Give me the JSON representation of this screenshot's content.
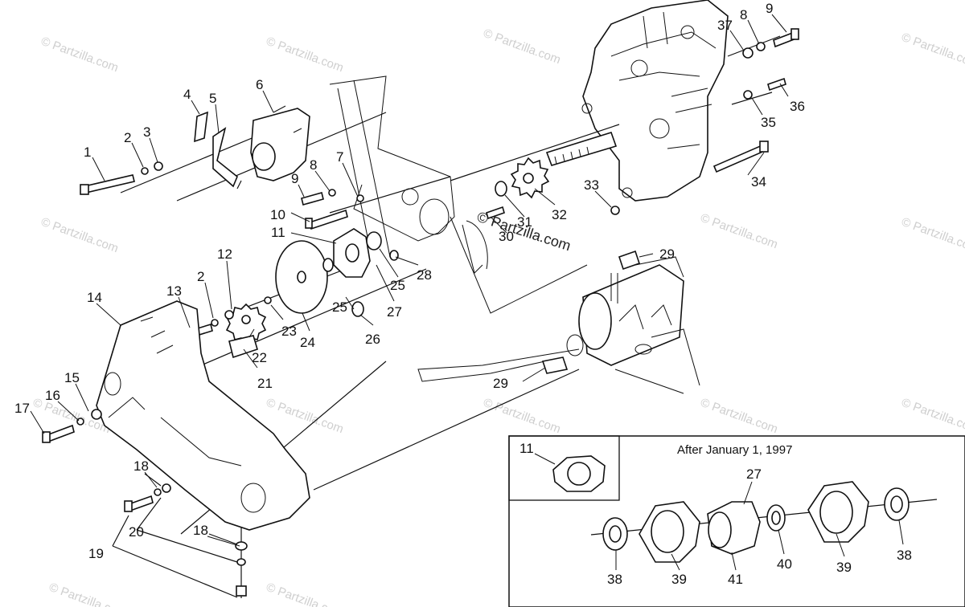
{
  "inset": {
    "title": "After January 1, 1997"
  },
  "watermarks": {
    "strong": "© Partzilla.com",
    "light": "© Partzilla.com"
  },
  "colors": {
    "ink": "#111111",
    "watermark": "#cfcfcf",
    "background": "#ffffff"
  },
  "callouts": {
    "c1": "1",
    "c2a": "2",
    "c3": "3",
    "c4": "4",
    "c5": "5",
    "c6": "6",
    "c7": "7",
    "c8a": "8",
    "c9a": "9",
    "c10": "10",
    "c11a": "11",
    "c12": "12",
    "c13": "13",
    "c14": "14",
    "c15": "15",
    "c16": "16",
    "c17": "17",
    "c18a": "18",
    "c18b": "18",
    "c19": "19",
    "c20": "20",
    "c2b": "2",
    "c21": "21",
    "c22": "22",
    "c23": "23",
    "c24": "24",
    "c25a": "25",
    "c25b": "25",
    "c26": "26",
    "c27a": "27",
    "c28": "28",
    "c29a": "29",
    "c29b": "29",
    "c30": "30",
    "c31": "31",
    "c32": "32",
    "c33": "33",
    "c34": "34",
    "c35": "35",
    "c36": "36",
    "c37": "37",
    "c8b": "8",
    "c9b": "9",
    "c11b": "11",
    "c27b": "27",
    "c38a": "38",
    "c39a": "39",
    "c41": "41",
    "c40": "40",
    "c39b": "39",
    "c38b": "38"
  }
}
